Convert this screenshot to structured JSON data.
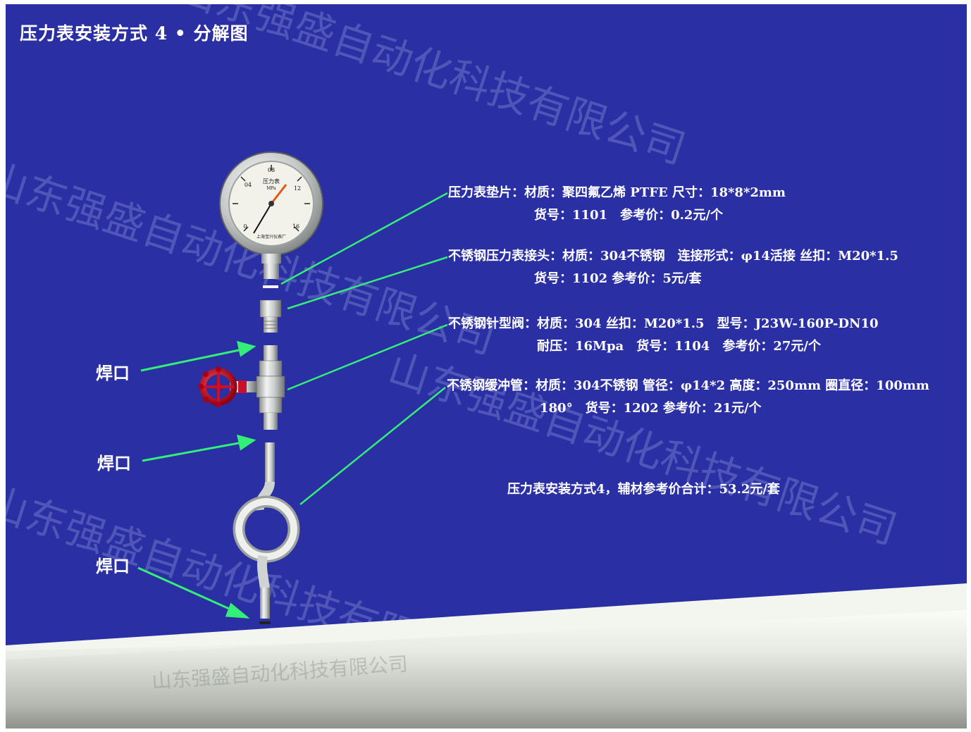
{
  "title": "压力表安装方式 4 • 分解图",
  "colors": {
    "background": "#2a2fa3",
    "callout_line": "#33ee77",
    "pipe": "#e8ece6",
    "valve_handle": "#c8102e",
    "text": "#ffffff"
  },
  "components": [
    {
      "line1": "压力表垫片：材质：聚四氟乙烯 PTFE 尺寸：18*8*2mm",
      "line2": "货号：1101　参考价：0.2元/个"
    },
    {
      "line1": "不锈钢压力表接头：材质：304不锈钢　连接形式：φ14活接 丝扣：M20*1.5",
      "line2": "货号：1102 参考价：5元/套"
    },
    {
      "line1": "不锈钢针型阀：材质：304 丝扣：M20*1.5　型号：J23W-160P-DN10",
      "line2": "耐压：16Mpa　货号：1104　参考价：27元/个"
    },
    {
      "line1": "不锈钢缓冲管：材质：304不锈钢 管径：φ14*2 高度：250mm 圈直径：100mm",
      "line2": "180°　货号：1202 参考价：21元/个"
    }
  ],
  "weld_labels": [
    "焊口",
    "焊口",
    "焊口"
  ],
  "total": "压力表安装方式4，辅材参考价合计：53.2元/套",
  "gauge": {
    "label": "压力表",
    "unit": "MPa",
    "ticks": [
      "0",
      "04",
      "08",
      "12",
      "16"
    ],
    "maker": "上海宝兴仪表厂"
  },
  "watermark": "山东强盛自动化科技有限公司"
}
